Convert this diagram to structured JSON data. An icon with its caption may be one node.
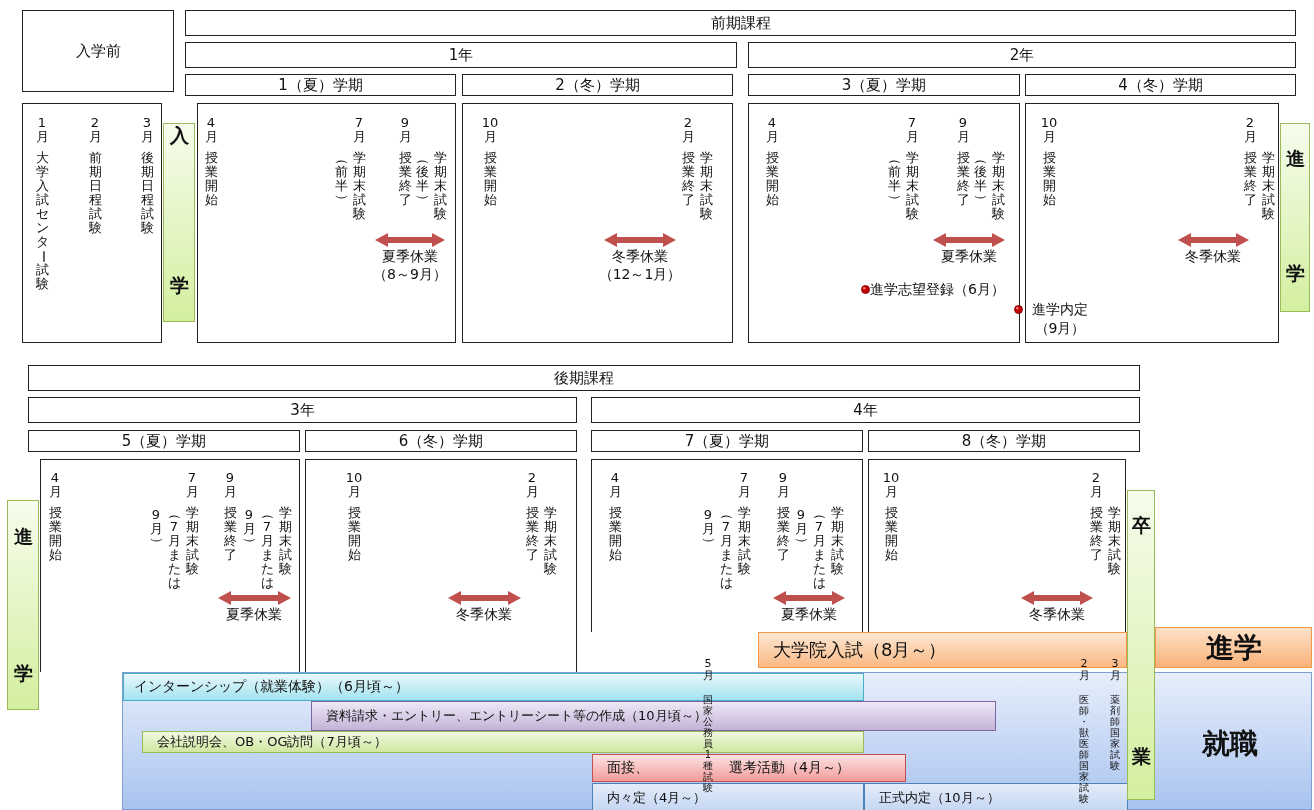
{
  "diagram": {
    "nodes": [
      {
        "text": [
          "入学前"
        ]
      },
      {
        "text": [
          "前期課程"
        ]
      },
      {
        "text": [
          "1年"
        ]
      },
      {
        "text": [
          "2年"
        ]
      },
      {
        "text": [
          "1（夏）学期"
        ]
      },
      {
        "text": [
          "2（冬）学期"
        ]
      },
      {
        "text": [
          "3（夏）学期"
        ]
      },
      {
        "text": [
          "4（冬）学期"
        ]
      },
      {
        "text": [
          "1月",
          "大学入試センター試験",
          "2月",
          "前期日程試験",
          "3月",
          "後期日程試験"
        ]
      },
      {
        "text": [
          "4月",
          "授業開始",
          "（前半）",
          "7月",
          "学期末試験",
          "9月",
          "授業終了",
          "（後半）",
          "学期末試験"
        ]
      },
      {
        "text": [
          "10月",
          "授業開始",
          "2月",
          "授業終了",
          "学期末試験"
        ]
      },
      {
        "text": [
          "4月",
          "授業開始",
          "（前半）",
          "7月",
          "学期末試験",
          "9月",
          "授業終了",
          "（後半）",
          "学期末試験",
          "進学志望登録（6月）"
        ]
      },
      {
        "text": [
          "10月",
          "授業開始",
          "2月",
          "授業終了",
          "学期末試験"
        ]
      },
      {
        "text": [
          "入",
          "学"
        ]
      },
      {
        "text": [
          "進",
          "学"
        ]
      },
      {
        "text": [
          "後期課程"
        ]
      },
      {
        "text": [
          "3年"
        ]
      },
      {
        "text": [
          "4年"
        ]
      },
      {
        "text": [
          "5（夏）学期"
        ]
      },
      {
        "text": [
          "6（冬）学期"
        ]
      },
      {
        "text": [
          "7（夏）学期"
        ]
      },
      {
        "text": [
          "8（冬）学期"
        ]
      },
      {
        "text": [
          "4月",
          "授業開始",
          "9月）",
          "（7月または",
          "7月",
          "学期末試験",
          "9月",
          "授業終了",
          "9月）",
          "（7月または",
          "学期末試験"
        ]
      },
      {
        "text": [
          "10月",
          "授業開始",
          "2月",
          "授業終了",
          "学期末試験"
        ]
      },
      {
        "text": [
          "4月",
          "授業開始",
          "9月）",
          "（7月または",
          "7月",
          "学期末試験",
          "9月",
          "授業終了",
          "9月）",
          "（7月または",
          "学期末試験"
        ]
      },
      {
        "text": [
          "10月",
          "授業開始",
          "2月",
          "授業終了",
          "学期末試験"
        ]
      },
      {
        "text": [
          "進",
          "学"
        ]
      },
      {
        "text": [
          "卒",
          "業"
        ]
      },
      {
        "text": [
          "進学"
        ]
      },
      {
        "text": [
          "大学院入試（8月～）"
        ]
      },
      {
        "text": [
          "就職"
        ]
      },
      {
        "text": [
          "インターンシップ（就業体験）（6月頃～）"
        ],
        "in": 30
      },
      {
        "text": [
          "資料請求・エントリー、エントリーシート等の作成（10月頃～）"
        ],
        "in": 30
      },
      {
        "text": [
          "会社説明会、OB・OG訪問（7月頃～）"
        ],
        "in": 30
      },
      {
        "text": [
          "面接、",
          "選考活動（4月～）"
        ],
        "in": 30
      },
      {
        "text": [
          "内々定（4月～）"
        ],
        "in": 30
      },
      {
        "text": [
          "正式内定（10月～）"
        ],
        "in": 30
      },
      {
        "text": [
          "夏季休業",
          "（8～9月）"
        ],
        "in": 9
      },
      {
        "text": [
          "冬季休業",
          "（12～1月）"
        ],
        "in": 10
      },
      {
        "text": [
          "夏季休業"
        ],
        "in": 11
      },
      {
        "text": [
          "冬季休業"
        ],
        "in": 12
      },
      {
        "text": [
          "夏季休業"
        ],
        "in": 22
      },
      {
        "text": [
          "冬季休業"
        ],
        "in": 23
      },
      {
        "text": [
          "夏季休業"
        ],
        "in": 24
      },
      {
        "text": [
          "冬季休業"
        ],
        "in": 25
      }
    ],
    "labels": [
      "進学内定（9月）",
      "5月",
      "国家公務員1種試験",
      "2月",
      "医師・獣医師国家試験",
      "3月",
      "薬剤師国家試験"
    ]
  }
}
